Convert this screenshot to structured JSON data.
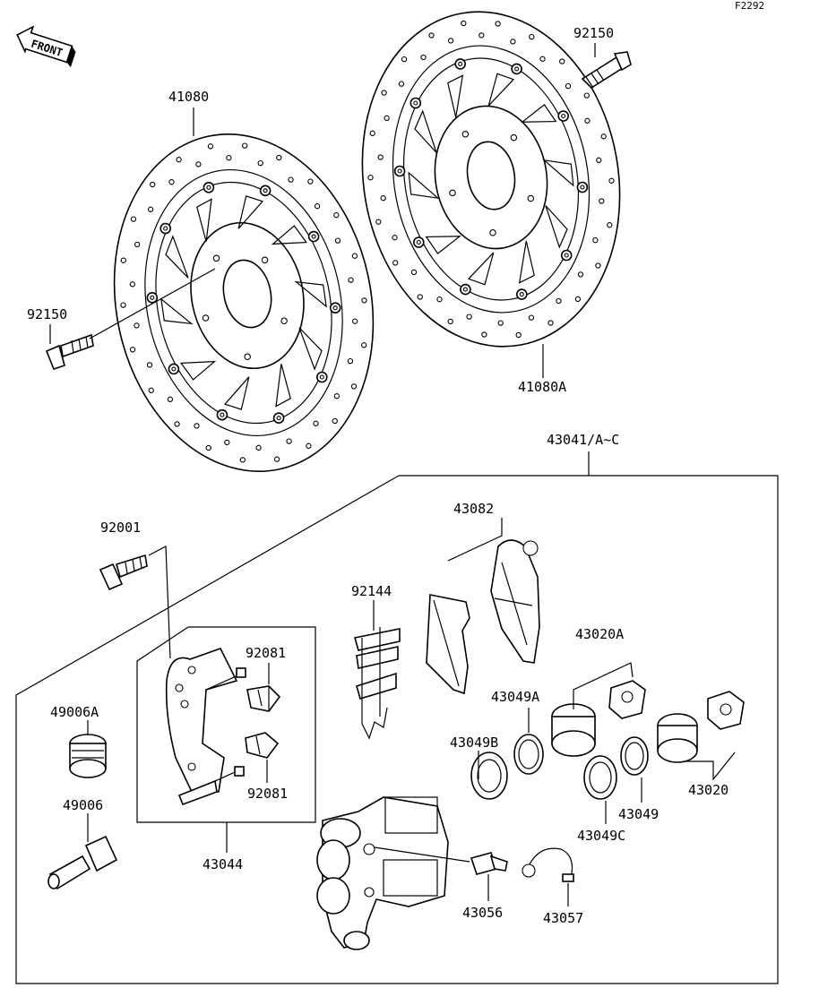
{
  "figure_code": "F2292",
  "orientation": {
    "label": "FRONT",
    "icon": "front-arrow-icon"
  },
  "labels": {
    "p41080": "41080",
    "p41080a": "41080A",
    "p92150_top": "92150",
    "p92150_left": "92150",
    "p43041": "43041/A~C",
    "p43082": "43082",
    "p92001": "92001",
    "p92144": "92144",
    "p92081_top": "92081",
    "p92081_bottom": "92081",
    "p43044": "43044",
    "p43020a": "43020A",
    "p43049a": "43049A",
    "p43049b": "43049B",
    "p49006a": "49006A",
    "p49006": "49006",
    "p43049": "43049",
    "p43020": "43020",
    "p43049c": "43049C",
    "p43056": "43056",
    "p43057": "43057"
  }
}
